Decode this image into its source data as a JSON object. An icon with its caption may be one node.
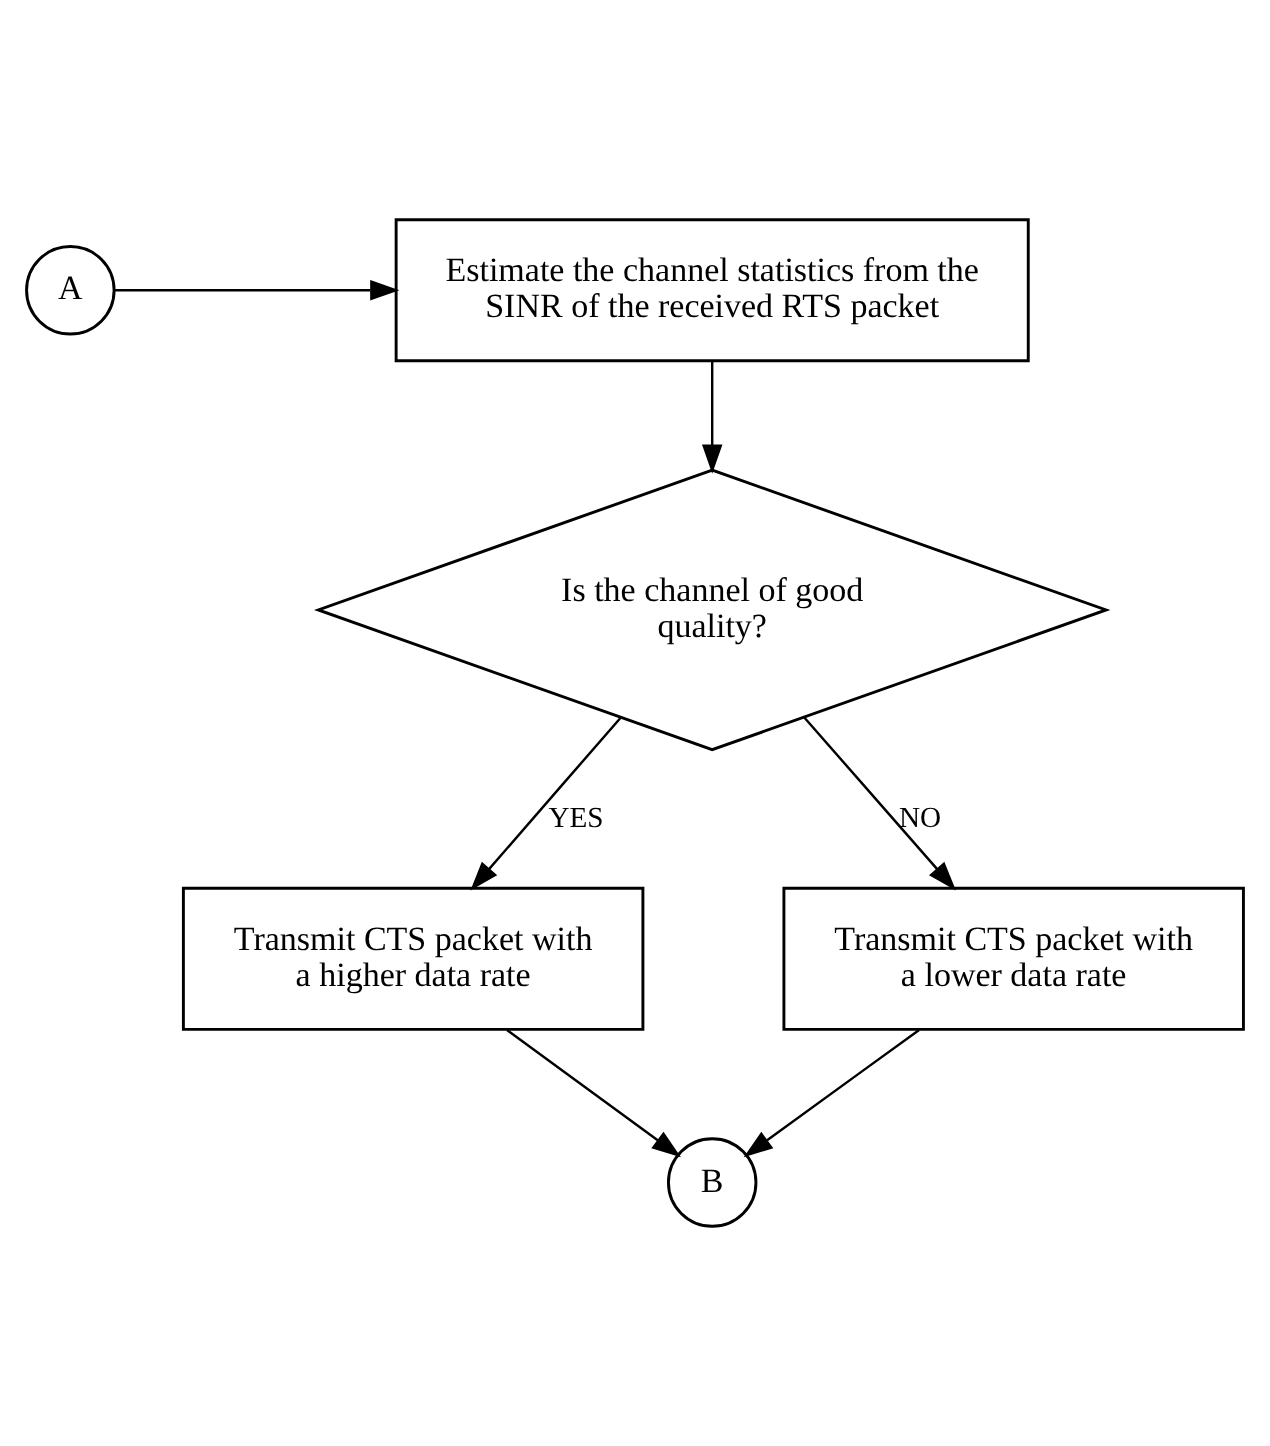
{
  "diagram": {
    "nodes": [
      {
        "text": [
          "A"
        ]
      },
      {
        "text": [
          "Estimate the channel statistics from the SINR of the received RTS packet"
        ]
      },
      {
        "text": [
          "Is the channel of good quality?"
        ]
      },
      {
        "text": [
          "Transmit CTS packet with a higher data rate"
        ]
      },
      {
        "text": [
          "Transmit CTS packet with a lower data rate"
        ]
      },
      {
        "text": [
          "B"
        ]
      }
    ],
    "edges": [
      {
        "from": 0,
        "to": 1,
        "arrow": "to"
      },
      {
        "from": 1,
        "to": 2,
        "arrow": "to"
      },
      {
        "from": 2,
        "to": 3,
        "arrow": "to",
        "label": "YES"
      },
      {
        "from": 2,
        "to": 4,
        "arrow": "to",
        "label": "NO"
      },
      {
        "from": 3,
        "to": 5,
        "arrow": "to"
      },
      {
        "from": 4,
        "to": 5,
        "arrow": "to"
      }
    ]
  }
}
